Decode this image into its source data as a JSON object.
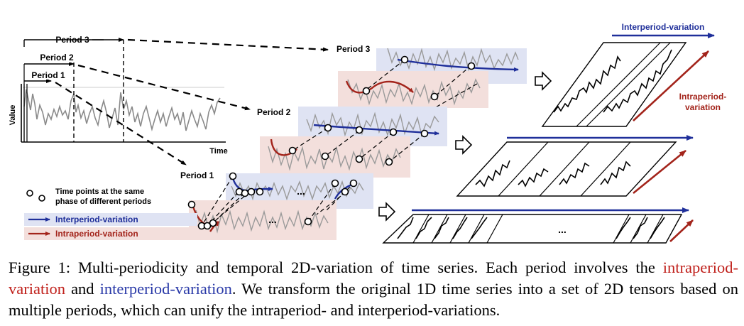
{
  "diagram": {
    "timeseries_plot": {
      "ylabel": "Value",
      "xlabel": "Time",
      "brackets": [
        "Period 1",
        "Period 2",
        "Period 3"
      ]
    },
    "stacks": {
      "period3": "Period 3",
      "period2": "Period 2",
      "period1": "Period 1",
      "ellipsis_a": "...",
      "ellipsis_b": "..."
    },
    "legend": {
      "points_line1": "Time points at the same",
      "points_line2": "phase of different periods",
      "inter": "Interperiod-variation",
      "intra": "Intraperiod-variation"
    },
    "tensors": {
      "top_inter": "Interperiod-variation",
      "intra_line1": "Intraperiod-",
      "intra_line2": "variation",
      "bottom_ellipsis": "..."
    },
    "colors": {
      "inter": "#1f2f9a",
      "intra": "#a3241b",
      "inter_band": "#dfe3f3",
      "intra_band": "#f3dfdc",
      "series": "#8a8a8a"
    }
  },
  "caption": {
    "lead": "Figure 1: Multi-periodicity and temporal 2D-variation of time series. Each period involves the",
    "intra": "intraperiod-variation",
    "and": " and ",
    "inter": "interperiod-variation",
    "rest": ". We transform the original 1D time series into a set of 2D tensors based on multiple periods, which can unify the intraperiod- and interperiod-variations."
  }
}
